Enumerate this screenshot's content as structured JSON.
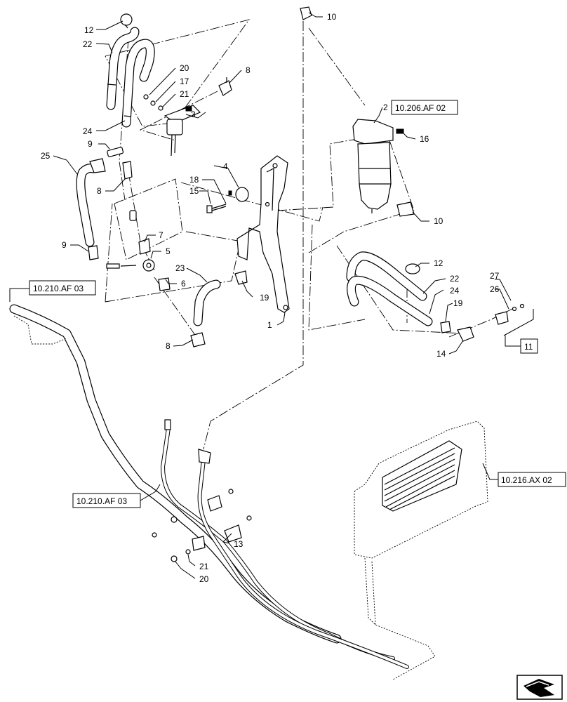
{
  "callouts": {
    "c12a": "12",
    "c22a": "22",
    "c24a": "24",
    "c20a": "20",
    "c17": "17",
    "c21a": "21",
    "c8a": "8",
    "c3": "3",
    "c9a": "9",
    "c25": "25",
    "c8b": "8",
    "c4": "4",
    "c18": "18",
    "c15": "15",
    "c9b": "9",
    "c7": "7",
    "c5": "5",
    "c6": "6",
    "c23": "23",
    "c19a": "19",
    "c1": "1",
    "c8c": "8",
    "c10a": "10",
    "c2": "2",
    "c16": "16",
    "c10b": "10",
    "c12b": "12",
    "c22b": "22",
    "c24b": "24",
    "c19b": "19",
    "c14": "14",
    "c27": "27",
    "c26": "26",
    "c11": "11",
    "c13": "13",
    "c21b": "21",
    "c20b": "20"
  },
  "references": {
    "ref_af03_top": "10.210.AF 03",
    "ref_af02": "10.206.AF 02",
    "ref_af03_mid": "10.210.AF 03",
    "ref_ax02": "10.216.AX 02"
  },
  "icons": {
    "corner": "view-direction-arrow-icon"
  }
}
